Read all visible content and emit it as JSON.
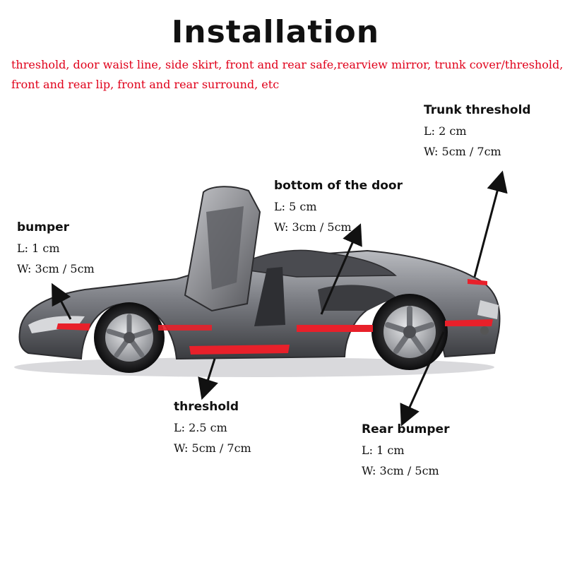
{
  "title": "Installation",
  "subtitle": {
    "line1": "threshold, door waist line, side skirt, front and rear safe,rearview mirror, trunk cover/threshold,",
    "line2": "front and rear lip, front and rear surround, etc"
  },
  "colors": {
    "subtitle": "#e0001a",
    "strip": "#e8202a",
    "car_body": "#7d7f85",
    "text": "#111111"
  },
  "labels": {
    "trunk": {
      "heading": "Trunk threshold",
      "length": "L:  2 cm",
      "width": "W: 5cm / 7cm"
    },
    "door": {
      "heading": "bottom of the door",
      "length": "L:  5 cm",
      "width": "W: 3cm / 5cm"
    },
    "bumper": {
      "heading": "bumper",
      "length": "L:  1 cm",
      "width": "W: 3cm / 5cm"
    },
    "threshold": {
      "heading": "threshold",
      "length": "L:  2.5 cm",
      "width": "W: 5cm / 7cm"
    },
    "rear_bumper": {
      "heading": "Rear bumper",
      "length": "L:  1 cm",
      "width": "W: 3cm / 5cm"
    }
  },
  "icons": {
    "car": "sports-car-illustration",
    "arrow": "arrow-icon"
  }
}
